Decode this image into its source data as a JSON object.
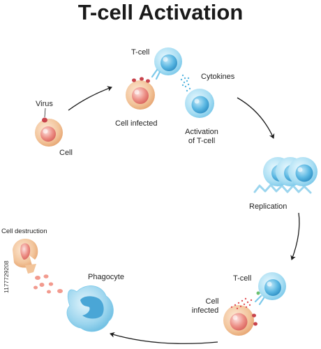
{
  "title": "T-cell Activation",
  "labels": {
    "virus": "Virus",
    "cell": "Cell",
    "t_cell_top": "T-cell",
    "cell_infected_top": "Cell infected",
    "cytokines": "Cytokines",
    "activation_line1": "Activation",
    "activation_line2": "of T-cell",
    "replication": "Replication",
    "t_cell_bottom": "T-cell",
    "cell_infected_bottom_line1": "Cell",
    "cell_infected_bottom_line2": "infected",
    "phagocyte": "Phagocyte",
    "cell_destruction": "Cell destruction"
  },
  "watermark_id": "1177729208",
  "colors": {
    "t_cell": "#a9def3",
    "t_cell_nucleus": "#5ab7e2",
    "infected_cell": "#f2c49a",
    "infected_nucleus": "#ec8f86",
    "virus": "#c8434c",
    "phagocyte": "#9bd5ee",
    "phagocyte_nucleus": "#4aa6d6",
    "arrow": "#1a1a1a",
    "cytokine_blue": "#5bb7e0",
    "cytokine_red": "#e2555a"
  }
}
